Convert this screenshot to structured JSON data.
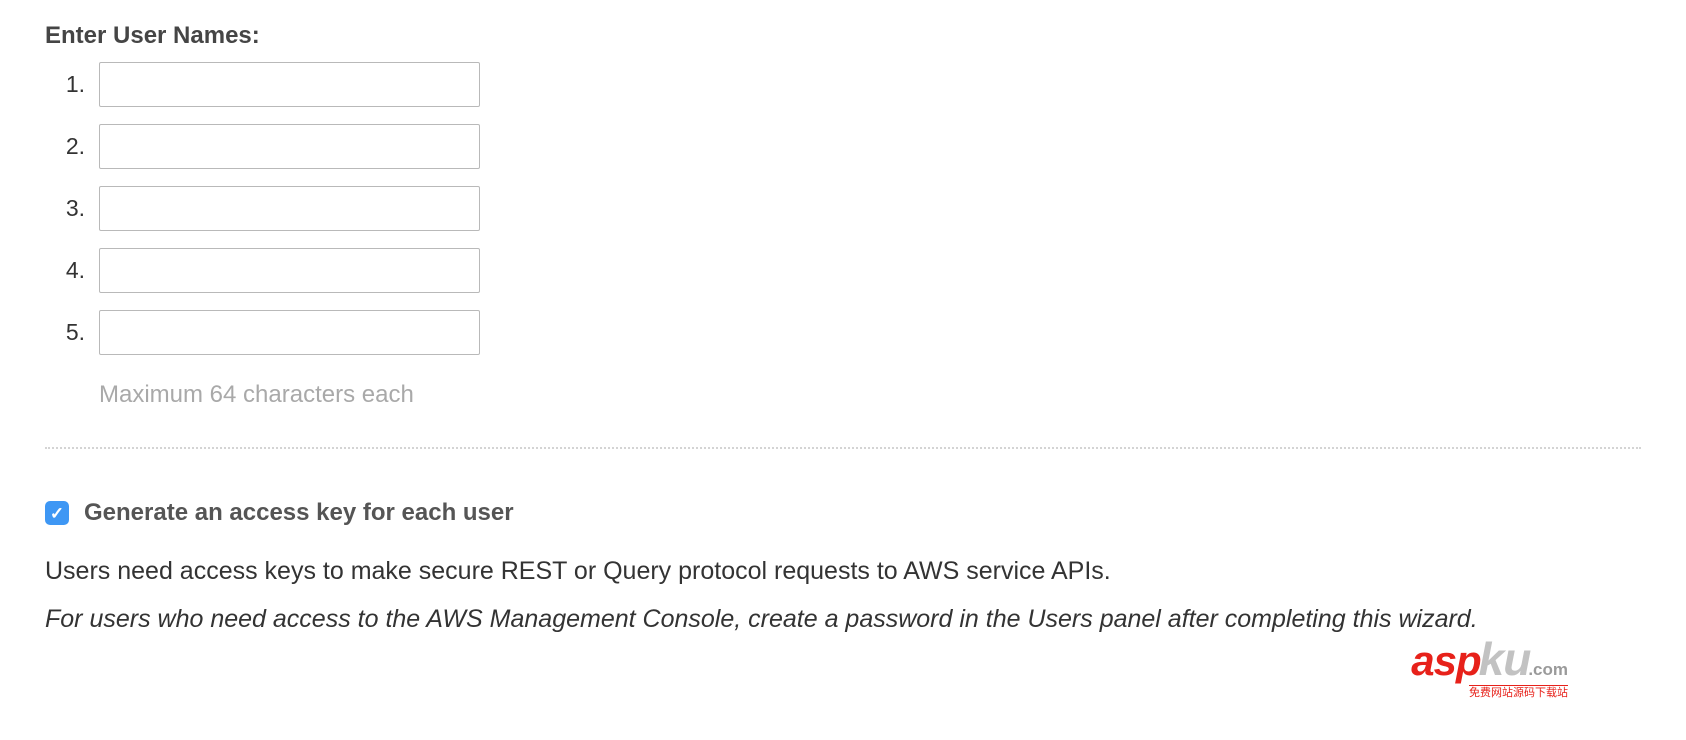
{
  "colors": {
    "accent_blue": "#3e97f4",
    "watermark_red": "#e7211a",
    "hint_gray": "#a9a9a9"
  },
  "icons": {
    "check_glyph": "✓"
  },
  "form": {
    "heading": "Enter User Names:",
    "rows": [
      {
        "number": "1.",
        "value": ""
      },
      {
        "number": "2.",
        "value": ""
      },
      {
        "number": "3.",
        "value": ""
      },
      {
        "number": "4.",
        "value": ""
      },
      {
        "number": "5.",
        "value": ""
      }
    ],
    "hint": "Maximum 64 characters each"
  },
  "access_key_section": {
    "checkbox_checked": true,
    "label": "Generate an access key for each user",
    "description": "Users need access keys to make secure REST or Query protocol requests to AWS service APIs.",
    "note": "For users who need access to the AWS Management Console, create a password in the Users panel after completing this wizard."
  },
  "watermark": {
    "brand_primary": "asp",
    "brand_secondary": "ku",
    "tld": ".com",
    "tagline": "免费网站源码下载站"
  }
}
